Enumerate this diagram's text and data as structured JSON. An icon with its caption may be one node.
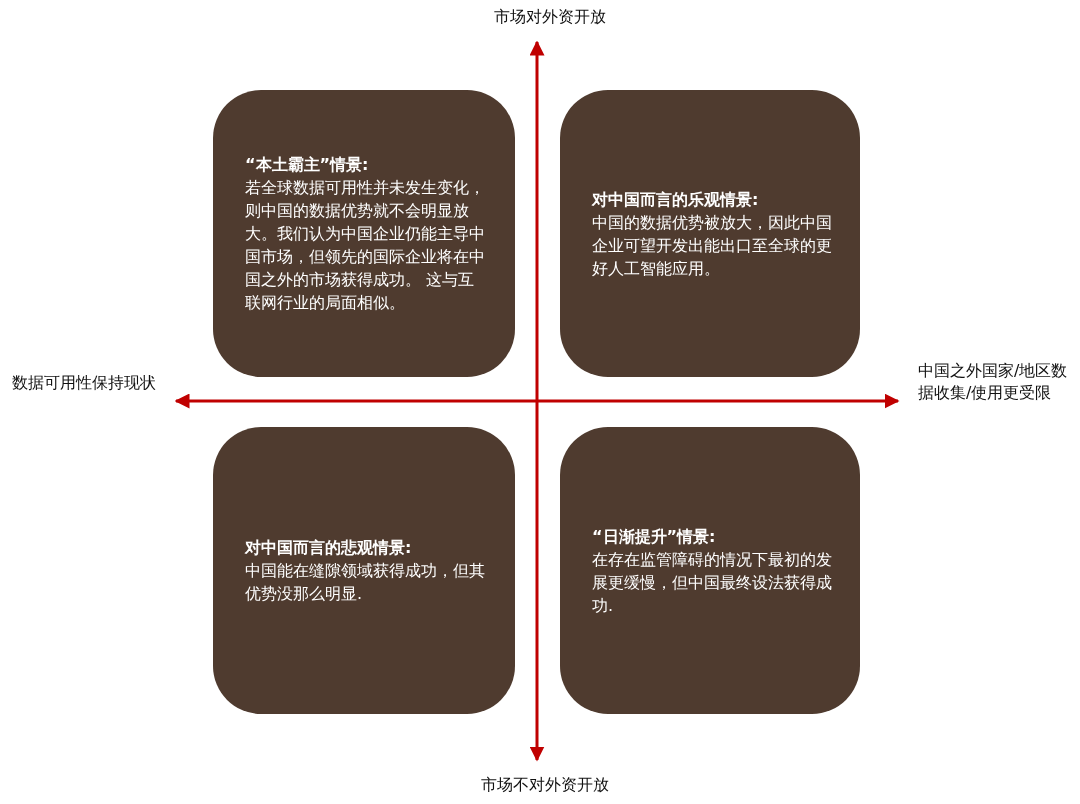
{
  "diagram": {
    "nodes": [
      {
        "text": [
          "“本土霸主”情景:",
          "若全球数据可用性并未发生变化，则中国的数据优势就不会明显放大。我们认为中国企业仍能主导中国市场，但领先的国际企业将在中国之外的市场获得成功。 这与互联网行业的局面相似。"
        ]
      },
      {
        "text": [
          "对中国而言的乐观情景:",
          "中国的数据优势被放大，因此中国企业可望开发出能出口至全球的更好人工智能应用。"
        ]
      },
      {
        "text": [
          "对中国而言的悲观情景:",
          "中国能在缝隙领域获得成功，但其优势没那么明显."
        ]
      },
      {
        "text": [
          "“日渐提升”情景:",
          "在存在监管障碍的情况下最初的发展更缓慢，但中国最终设法获得成功."
        ]
      }
    ],
    "labels": [
      "市场对外资开放",
      "数据可用性保持现状",
      "中国之外国家/地区数据收集/使用更受限",
      "市场不对外资开放"
    ]
  }
}
